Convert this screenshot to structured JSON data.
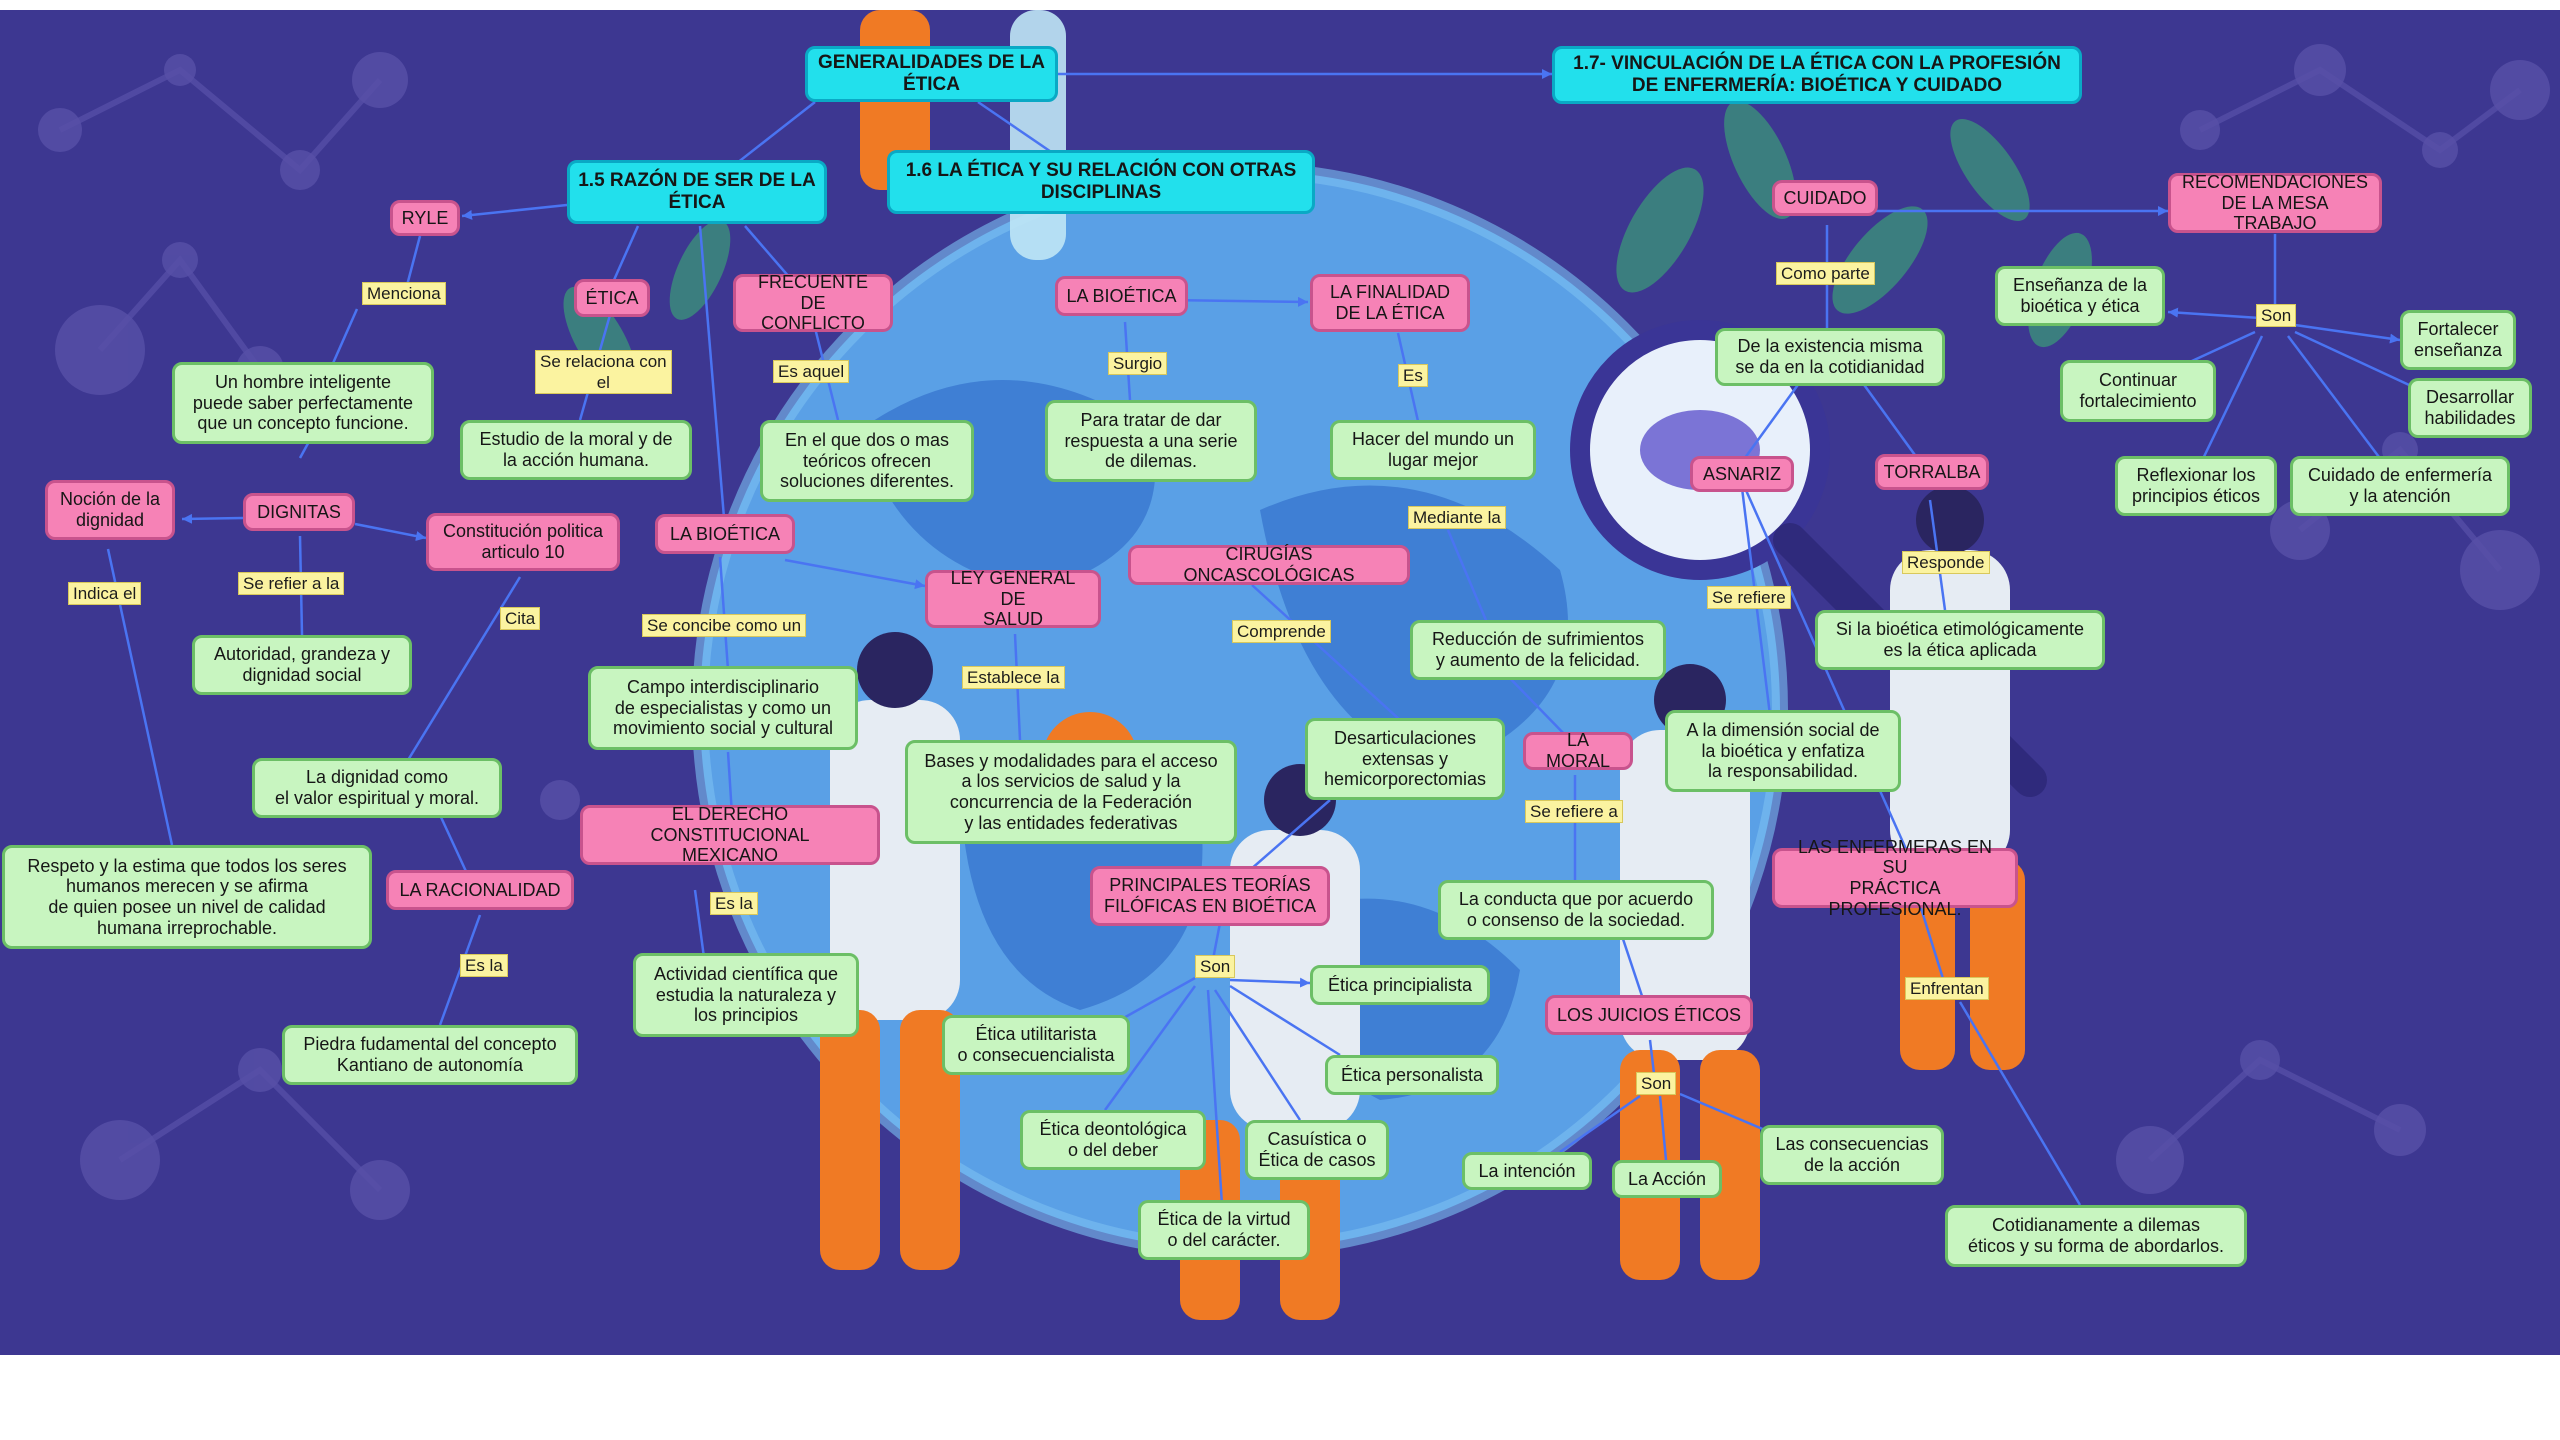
{
  "colors": {
    "background": "#3d3791",
    "title_node": "#22e0ec",
    "concept_node": "#f682b6",
    "description_node": "#c8f5c0",
    "connector_label": "#fbf3a0",
    "edge": "#4a74f2"
  },
  "nodes": {
    "generalidades": "GENERALIDADES DE LA\nÉTICA",
    "vinculacion": "1.7- VINCULACIÓN DE LA ÉTICA CON LA PROFESIÓN\nDE ENFERMERÍA: BIOÉTICA Y CUIDADO",
    "razon": "1.5 RAZÓN DE SER DE LA\nÉTICA",
    "relacion": "1.6 LA ÉTICA Y SU RELACIÓN CON OTRAS\nDISCIPLINAS",
    "ryle": "RYLE",
    "etica": "ÉTICA",
    "frecuente": "FRECUENTE DE\nCONFLICTO",
    "bioetica_top": "LA BIOÉTICA",
    "finalidad": "LA FINALIDAD\nDE LA ÉTICA",
    "cuidado": "CUIDADO",
    "recomendaciones": "RECOMENDACIONES\nDE LA MESA TRABAJO",
    "hombre": "Un hombre inteligente\npuede saber perfectamente\nque un concepto funcione.",
    "estudio": "Estudio de la moral y de\nla acción humana.",
    "dos_teoricos": "En el que dos o mas\nteóricos ofrecen\nsoluciones diferentes.",
    "dilemas": "Para tratar de dar\nrespuesta a una serie\nde dilemas.",
    "mundo": "Hacer del mundo un\nlugar mejor",
    "existencia": "De la existencia misma\nse da en la cotidianidad",
    "ensenanza": "Enseñanza de la\nbioética y ética",
    "fortalecer": "Fortalecer\nenseñanza",
    "continuar": "Continuar\nfortalecimiento",
    "desarrollar": "Desarrollar\nhabilidades",
    "reflexionar": "Reflexionar los\nprincipios éticos",
    "cuidado_enf": "Cuidado de enfermería\ny la atención",
    "nocion": "Noción de la\ndignidad",
    "dignitas": "DIGNITAS",
    "constitucion": "Constitución politica\narticulo 10",
    "bioetica_mid": "LA BIOÉTICA",
    "ley": "LEY GENERAL DE\nSALUD",
    "cirugias": "CIRUGÍAS ONCASCOLÓGICAS",
    "asnariz": "ASNARIZ",
    "torralba": "TORRALBA",
    "autoridad": "Autoridad, grandeza y\ndignidad social",
    "campo": "Campo interdisciplinario\nde especialistas y como un\nmovimiento social y cultural",
    "reduccion": "Reducción de sufrimientos\ny aumento de la felicidad.",
    "si_bioetica": "Si la bioética etimológicamente\nes la ética aplicada",
    "dignidad_valor": "La dignidad como\nel valor espiritual y moral.",
    "bases": "Bases y modalidades para el acceso\na los servicios de salud y la\nconcurrencia de la Federación\ny las entidades federativas",
    "desarticulaciones": "Desarticulaciones\nextensas y\nhemicorporectomias",
    "la_moral": "LA MORAL",
    "dimension": "A la dimensión social de\nla bioética y enfatiza\nla responsabilidad.",
    "respeto": "Respeto y la estima que todos los seres\nhumanos merecen y se afirma\nde quien posee un nivel de calidad\nhumana irreprochable.",
    "derecho": "EL DERECHO CONSTITUCIONAL\nMEXICANO",
    "racionalidad": "LA RACIONALIDAD",
    "principales": "PRINCIPALES TEORÍAS\nFILÓFICAS EN BIOÉTICA",
    "conducta": "La conducta que por acuerdo\no consenso de la sociedad.",
    "enfermeras": "LAS ENFERMERAS EN SU\nPRÁCTICA PROFESIONAL.",
    "actividad": "Actividad científica que\nestudia la naturaleza y\nlos principios",
    "principialista": "Ética principialista",
    "utilitarista": "Ética utilitarista\no consecuencialista",
    "juicios": "LOS JUICIOS ÉTICOS",
    "piedra": "Piedra fudamental del concepto\nKantiano de autonomía",
    "personalista": "Ética personalista",
    "deontologica": "Ética deontológica\no del deber",
    "casuistica": "Casuística o\nÉtica de casos",
    "intencion": "La intención",
    "accion": "La Acción",
    "consecuencias": "Las consecuencias\nde la acción",
    "virtud": "Ética de la virtud\no del carácter.",
    "cotidianamente": "Cotidianamente a dilemas\néticos y su forma de abordarlos."
  },
  "labels": {
    "menciona": "Menciona",
    "se_relaciona": "Se relaciona con\nel",
    "es_aquel": "Es aquel",
    "surgio": "Surgio",
    "es": "Es",
    "como_parte": "Como parte",
    "son_rec": "Son",
    "indica": "Indica el",
    "se_refier": "Se refier a la",
    "cita": "Cita",
    "se_concibe": "Se concibe como un",
    "mediante": "Mediante la",
    "se_refiere": "Se refiere",
    "responde": "Responde",
    "comprende": "Comprende",
    "establece": "Establece la",
    "se_refiere_a": "Se refiere a",
    "es_la_1": "Es la",
    "es_la_2": "Es la",
    "son_teorias": "Son",
    "enfrentan": "Enfrentan",
    "son_juicios": "Son"
  }
}
